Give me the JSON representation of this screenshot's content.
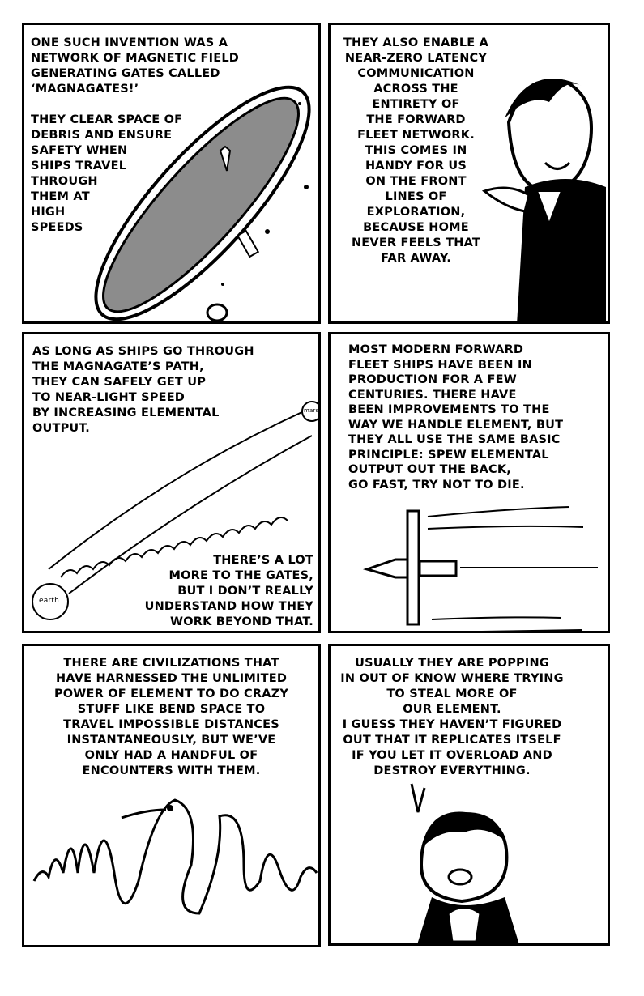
{
  "panels": [
    {
      "captions": [
        "One such invention was a\nnetwork of magnetic field\ngenerating gates called\n‘Magnagates!’",
        "They clear space of\ndebris and ensure\nsafety when\nships travel\nthrough\nthem at\nhigh\nspeeds"
      ]
    },
    {
      "captions": [
        "They also enable a\nnear-zero latency\ncommunication\nacross the\nentirety of\nthe forward\nfleet network.\nThis comes in\nhandy for us\non the front\nlines of\nexploration,\nbecause home\nnever feels that\nfar away."
      ]
    },
    {
      "captions": [
        "As long as ships go through\nthe Magnagate’s path,\nthey can safely get up\nto near-light speed\nby increasing elemental\noutput.",
        "There’s a lot\nmore to the gates,\nbut I don’t really\nunderstand how they\nwork beyond that."
      ],
      "labels": [
        "mars",
        "earth"
      ]
    },
    {
      "captions": [
        "Most modern forward\nfleet ships have been in\nproduction for a few\ncenturies.  There have\nbeen improvements to the\nway we handle element, but\nthey all use the same basic\nprinciple: spew elemental\noutput out the back,\ngo fast, try not to die."
      ]
    },
    {
      "captions": [
        "There are civilizations that\nhave harnessed the unlimited\npower of element to do crazy\nstuff like bend space to\ntravel impossible distances\ninstantaneously, but we’ve\nonly had a handful of\nencounters with them."
      ]
    },
    {
      "captions": [
        "Usually they are popping\nin out of know where trying\nto steal more of\nour element.\nI guess they haven’t figured\nout that it replicates itself\nif you let it overload and\ndestroy everything."
      ]
    }
  ]
}
